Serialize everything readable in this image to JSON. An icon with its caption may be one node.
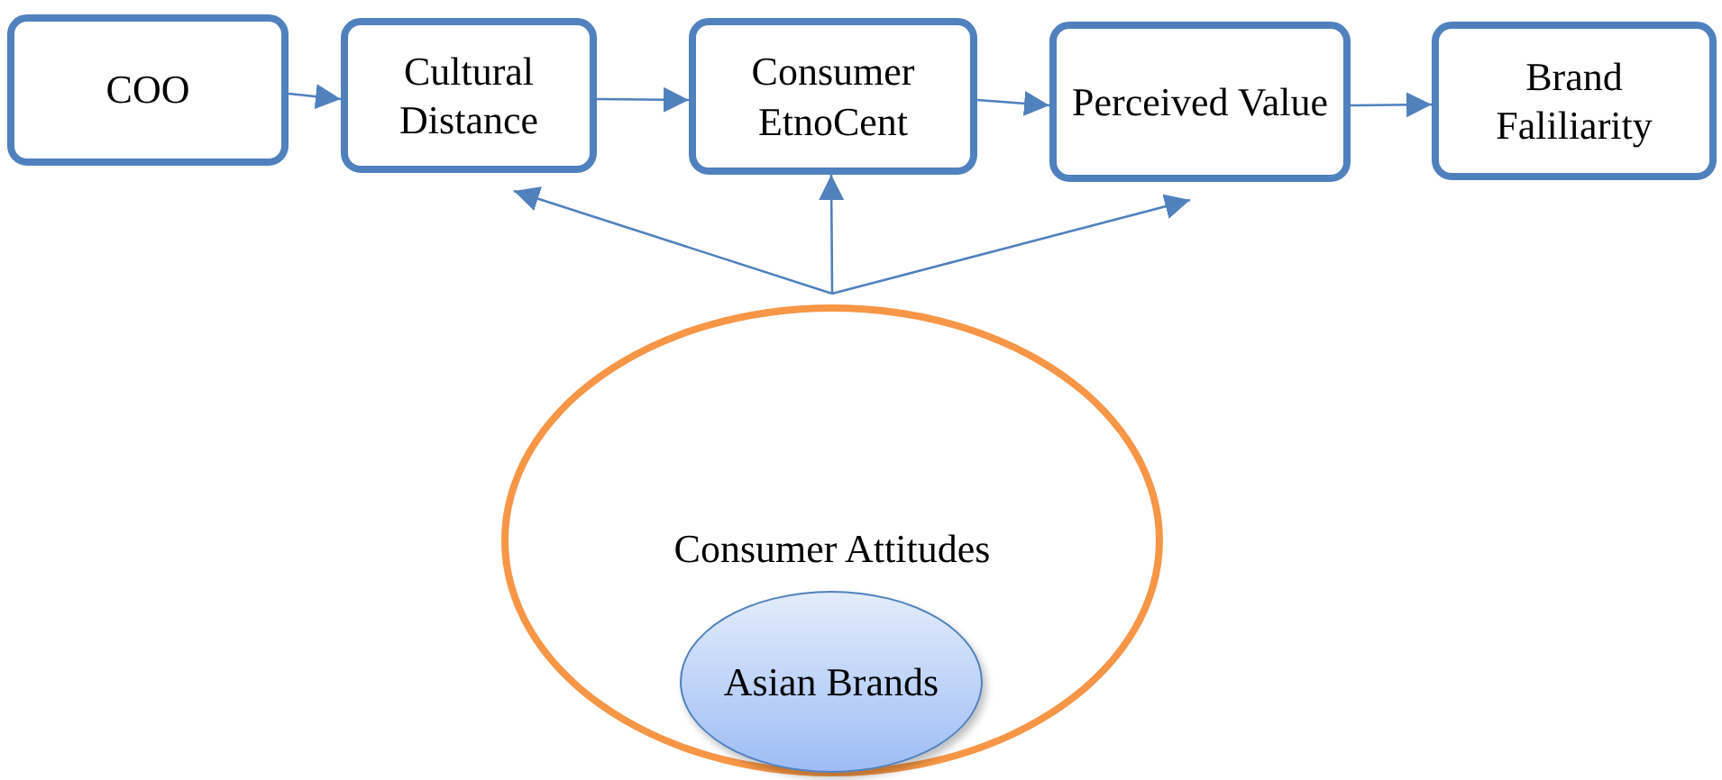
{
  "diagram": {
    "nodes": [
      {
        "text": [
          "COO"
        ]
      },
      {
        "text": [
          "Cultural Distance"
        ]
      },
      {
        "text": [
          "Consumer EtnoCent"
        ]
      },
      {
        "text": [
          "Perceived Value"
        ]
      },
      {
        "text": [
          "Brand Faliliarity"
        ]
      },
      {
        "text": [
          "Consumer Attitudes"
        ]
      },
      {
        "text": [
          "Asian Brands"
        ],
        "in": 5
      }
    ],
    "edges": [
      {
        "from": 0,
        "to": 1,
        "arrow": "to"
      },
      {
        "from": 1,
        "to": 2,
        "arrow": "to"
      },
      {
        "from": 2,
        "to": 3,
        "arrow": "to"
      },
      {
        "from": 3,
        "to": 4,
        "arrow": "to"
      },
      {
        "from": 5,
        "to": 1,
        "arrow": "to"
      },
      {
        "from": 5,
        "to": 2,
        "arrow": "to"
      },
      {
        "from": 5,
        "to": 3,
        "arrow": "to"
      }
    ]
  }
}
